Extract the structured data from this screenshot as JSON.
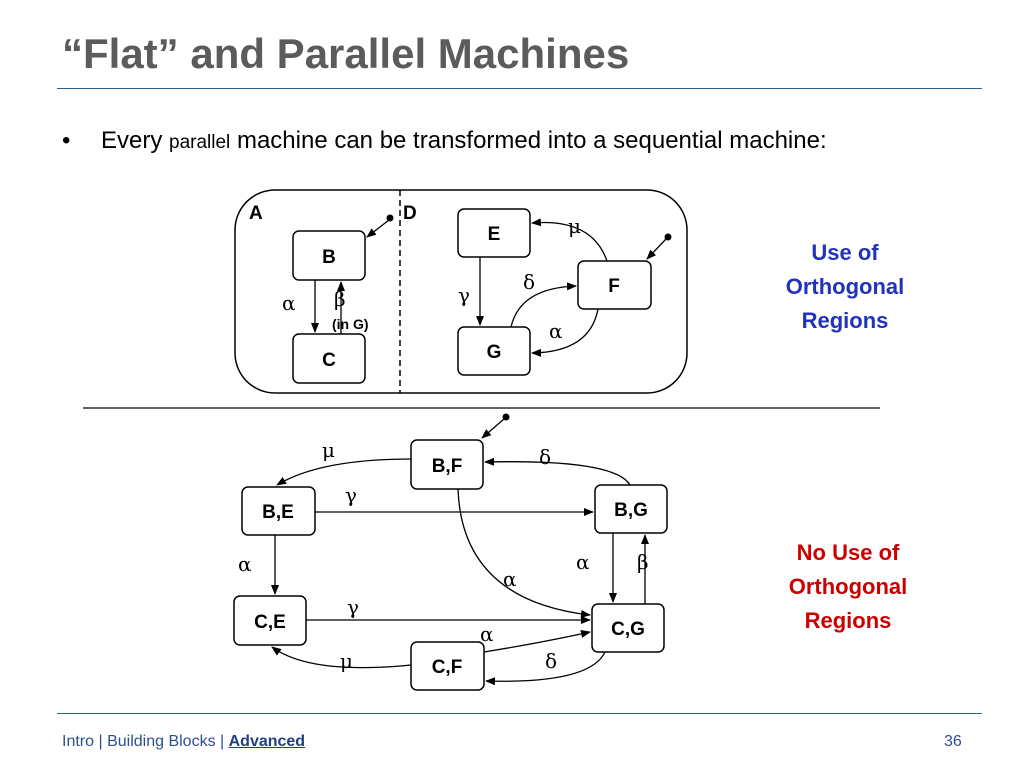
{
  "title": "“Flat” and Parallel Machines",
  "bullet": {
    "marker": "•",
    "pre": "Every ",
    "small": "parallel",
    "post": " machine can be transformed into a sequential machine:"
  },
  "top_diagram": {
    "region_a": "A",
    "region_d": "D",
    "states": {
      "b": "B",
      "c": "C",
      "e": "E",
      "f": "F",
      "g": "G"
    },
    "labels": {
      "alpha_bc": "α",
      "beta_cb": "β",
      "in_g": "(in G)",
      "mu_fe": "μ",
      "gamma_eg": "γ",
      "delta_gf": "δ",
      "alpha_fg": "α"
    }
  },
  "bottom_diagram": {
    "states": {
      "bf": "B,F",
      "be": "B,E",
      "bg": "B,G",
      "ce": "C,E",
      "cf": "C,F",
      "cg": "C,G"
    },
    "labels": {
      "mu_bf_be": "μ",
      "delta_bg_bf": "δ",
      "gamma_be_bg": "γ",
      "alpha_be_ce": "α",
      "alpha_bf_cg": "α",
      "alpha_bg_cg": "α",
      "beta_cg_bg": "β",
      "gamma_ce_cg": "γ",
      "alpha_cf_cg": "α",
      "mu_cf_ce": "μ",
      "delta_cg_cf": "δ"
    }
  },
  "captions": {
    "orthogonal": [
      "Use of",
      "Orthogonal",
      "Regions"
    ],
    "no_orthogonal": [
      "No Use of",
      "Orthogonal",
      "Regions"
    ]
  },
  "footer": {
    "intro": "Intro",
    "sep1": " | ",
    "building": "Building Blocks",
    "sep2": " | ",
    "advanced": "Advanced",
    "page": "36"
  },
  "colors": {
    "title": "#5b5b5b",
    "rule": "#2f5f8a",
    "blue_caption": "#2233bb",
    "red_caption": "#cc0000",
    "footer": "#2e4f8a"
  }
}
